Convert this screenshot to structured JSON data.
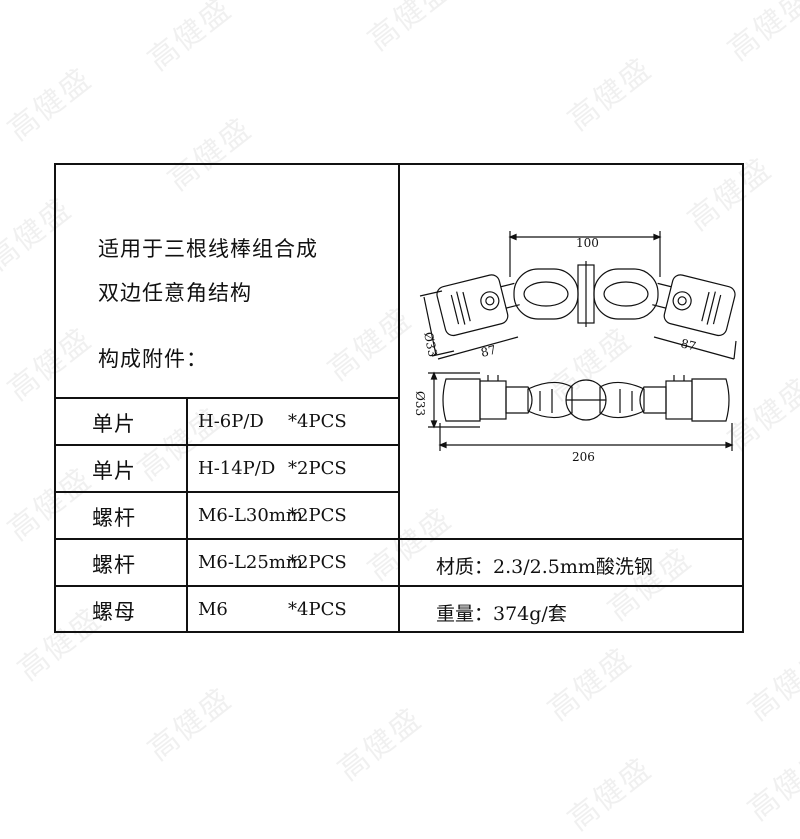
{
  "watermark": "高健盛",
  "intro": {
    "line1": "适用于三根线棒组合成",
    "line2": "双边任意角结构",
    "line3": "构成附件："
  },
  "parts": [
    {
      "name": "单片",
      "spec": "H-6P/D",
      "qty": "*4PCS"
    },
    {
      "name": "单片",
      "spec": "H-14P/D",
      "qty": "*2PCS"
    },
    {
      "name": "螺杆",
      "spec": "M6-L30mm",
      "qty": "*2PCS"
    },
    {
      "name": "螺杆",
      "spec": "M6-L25mm",
      "qty": "*2PCS"
    },
    {
      "name": "螺母",
      "spec": "M6",
      "qty": "*4PCS"
    }
  ],
  "properties": {
    "material": "材质：2.3/2.5mm酸洗钢",
    "weight": "重量：374g/套"
  },
  "dimensions": {
    "top_width": "100",
    "top_diameter": "Ø33",
    "left_arm": "87",
    "right_arm": "87",
    "front_diameter": "Ø33",
    "front_width": "206"
  }
}
